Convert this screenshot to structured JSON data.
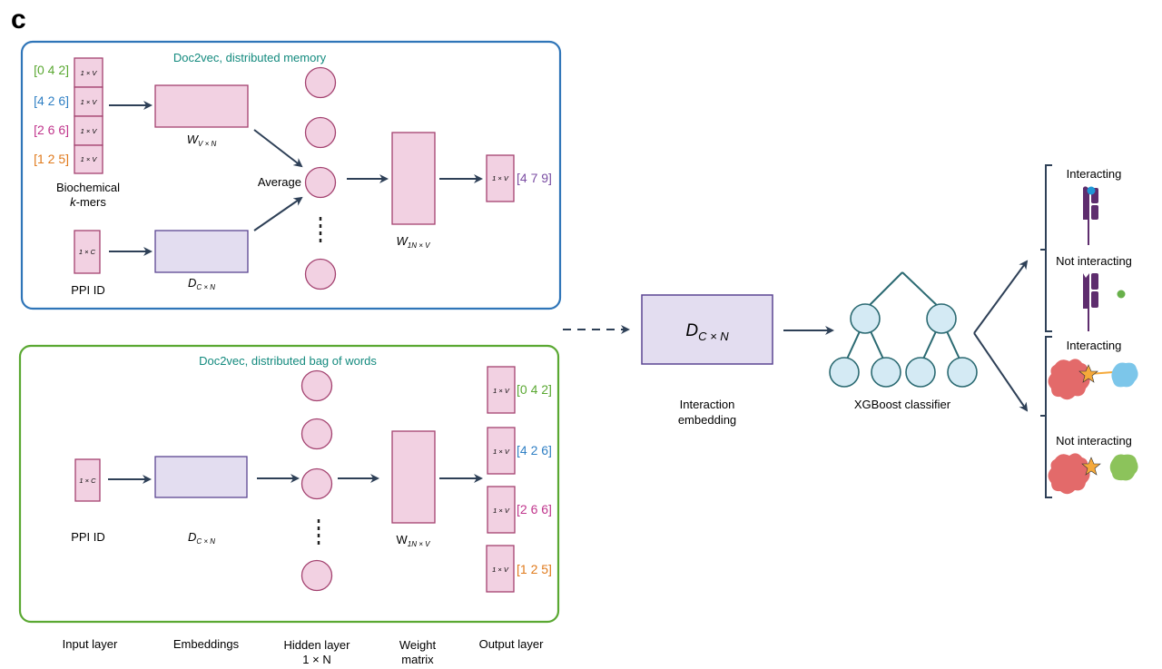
{
  "panel_label": "c",
  "dm_panel": {
    "title": "Doc2vec, distributed memory",
    "kmers": [
      {
        "text": "[0 4 2]",
        "color": "#5aa832"
      },
      {
        "text": "[4 2 6]",
        "color": "#2f7fc4"
      },
      {
        "text": "[2 6 6]",
        "color": "#c0358c"
      },
      {
        "text": "[1 2 5]",
        "color": "#e07a1c"
      }
    ],
    "kmer_cell_label": "1 × V",
    "kmers_label_line1": "Biochemical",
    "kmers_label_k": "k",
    "kmers_label_rest": "-mers",
    "ppi_cell_label": "1 × C",
    "ppi_label": "PPI ID",
    "w_matrix_main": "W",
    "w_matrix_sub": "V × N",
    "d_matrix_main": "D",
    "d_matrix_sub": "C × N",
    "average_label": "Average",
    "w2_main": "W",
    "w2_sub": "1N × V",
    "output_cell_label": "1 × V",
    "output_vector": {
      "text": "[4 7 9]",
      "color": "#7b4ea3"
    }
  },
  "dbow_panel": {
    "title": "Doc2vec, distributed bag of words",
    "ppi_cell_label": "1 × C",
    "ppi_label": "PPI ID",
    "d_matrix_main": "D",
    "d_matrix_sub": "C × N",
    "w2_main": "W",
    "w2_sub": "1N × V",
    "output_cell_label": "1 × V",
    "outputs": [
      {
        "text": "[0 4 2]",
        "color": "#5aa832"
      },
      {
        "text": "[4 2 6]",
        "color": "#2f7fc4"
      },
      {
        "text": "[2 6 6]",
        "color": "#c0358c"
      },
      {
        "text": "[1 2 5]",
        "color": "#e07a1c"
      }
    ]
  },
  "bottom_labels": [
    {
      "line1": "Input layer",
      "line2": ""
    },
    {
      "line1": "Embeddings",
      "line2": ""
    },
    {
      "line1": "Hidden layer",
      "line2": "1 × N"
    },
    {
      "line1": "Weight",
      "line2": "matrix"
    },
    {
      "line1": "Output layer",
      "line2": ""
    }
  ],
  "interaction_embedding": {
    "matrix_main": "D",
    "matrix_sub": "C × N",
    "label_line1": "Interaction",
    "label_line2": "embedding"
  },
  "classifier": {
    "label": "XGBoost classifier"
  },
  "outcomes": {
    "receptor_interacting": "Interacting",
    "receptor_not_interacting": "Not interacting",
    "protein_interacting": "Interacting",
    "protein_not_interacting": "Not interacting"
  },
  "colors": {
    "dm_border": "#2f75b8",
    "dbow_border": "#5aa832",
    "title_teal": "#138a7e",
    "pink_fill": "#f2d1e2",
    "pink_stroke": "#a3416f",
    "lavender_fill": "#e3ddf0",
    "lavender_stroke": "#5b4592",
    "arrow": "#2e4057",
    "tree_fill": "#d4eaf4",
    "tree_stroke": "#2b6a72",
    "receptor": "#5e2d6e",
    "ligand_blue": "#1f97d6",
    "ligand_green": "#68b04a",
    "protein_red": "#e36a6a",
    "protein_blue": "#7cc6ea",
    "protein_green": "#8cc35b",
    "star": "#f5a93a"
  }
}
